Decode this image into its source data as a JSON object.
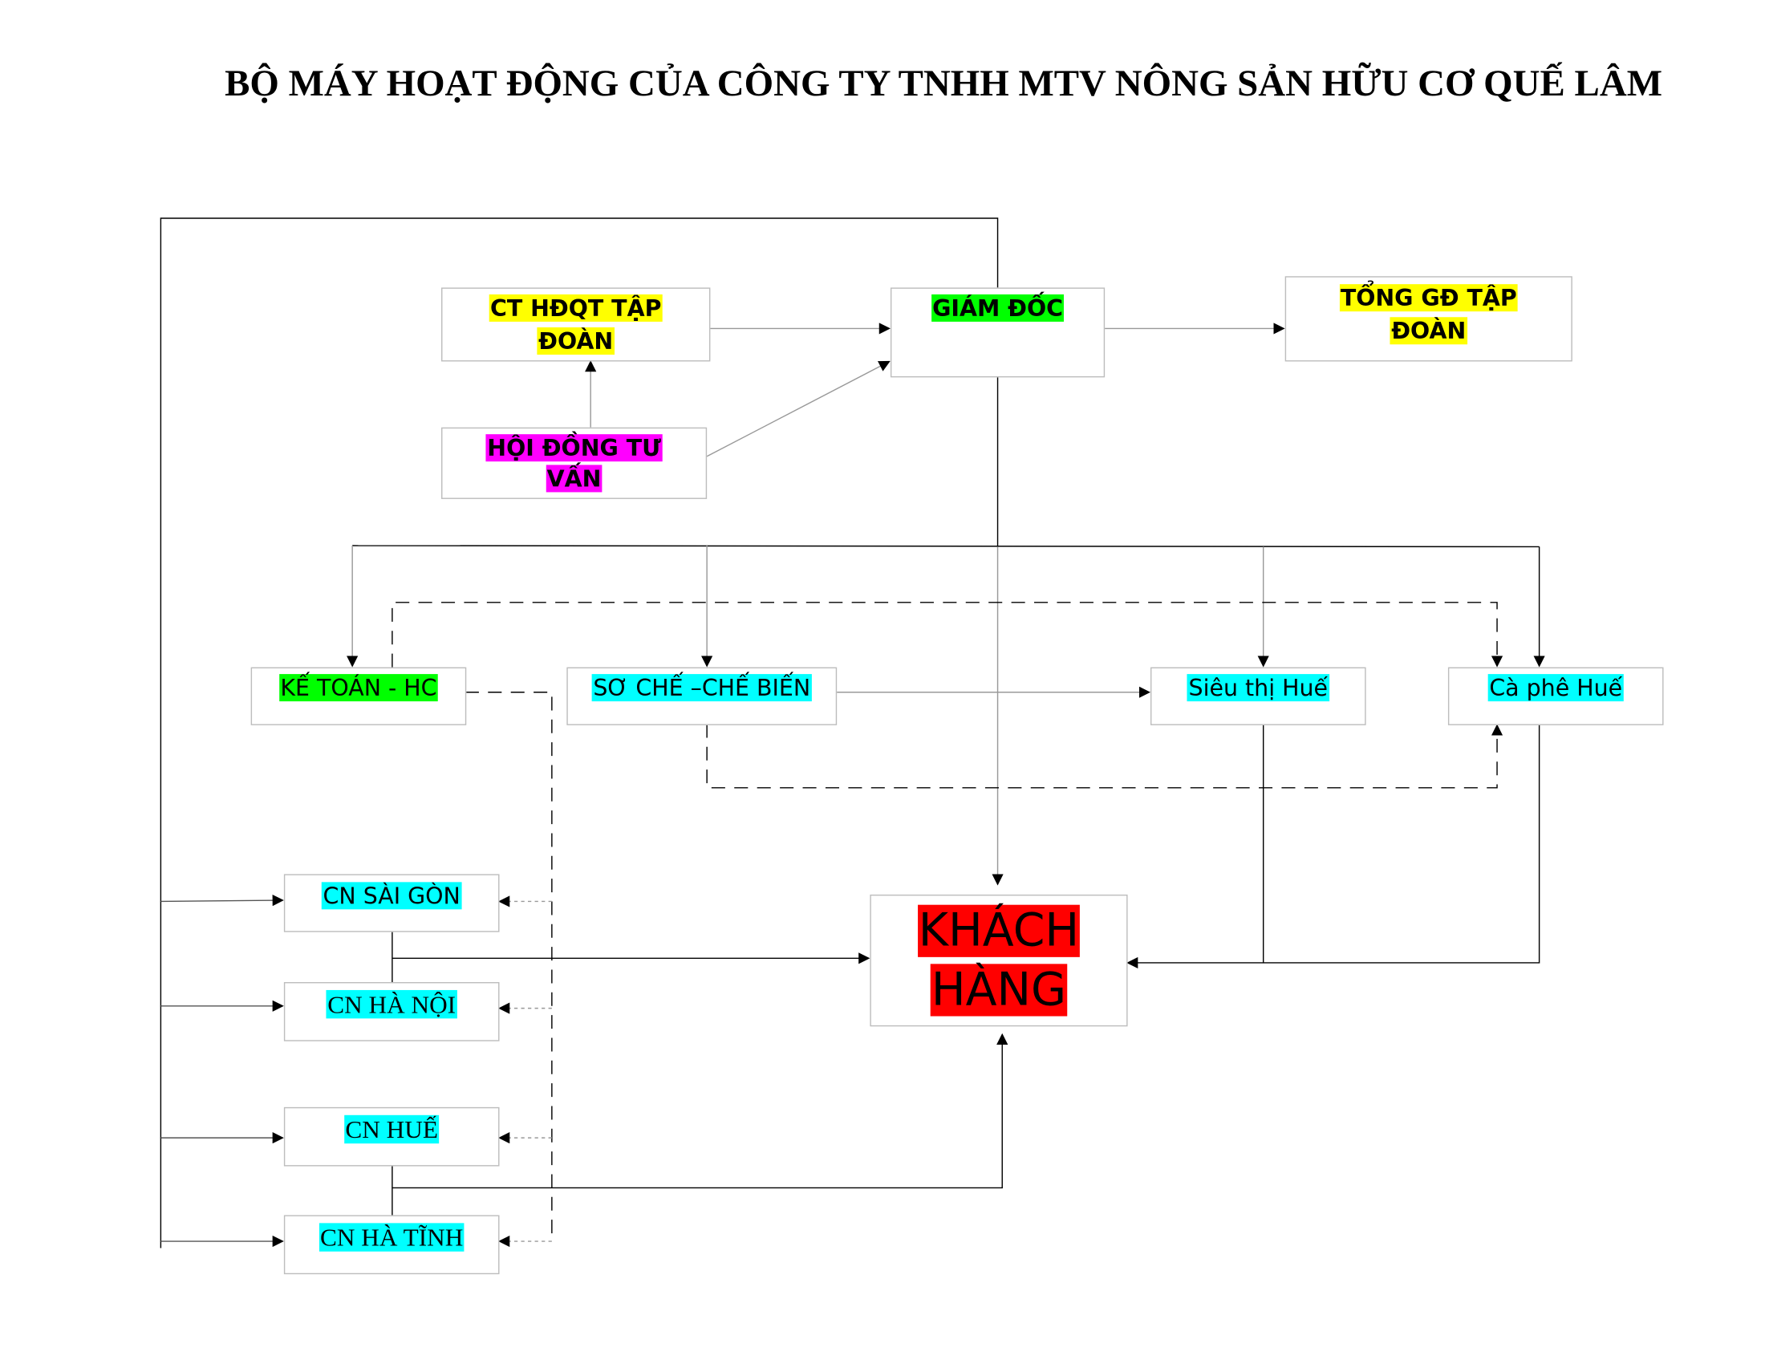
{
  "title": "BỘ MÁY HOẠT ĐỘNG CỦA CÔNG TY TNHH MTV NÔNG SẢN HỮU CƠ QUẾ LÂM",
  "colors": {
    "yellow": "#ffff00",
    "green": "#00ff00",
    "magenta": "#ff00ff",
    "cyan": "#00ffff",
    "red": "#ff0000"
  },
  "nodes": {
    "ct_hdqt": [
      "CT HĐQT TẬP",
      "ĐOÀN"
    ],
    "giam_doc": "GIÁM ĐỐC",
    "tong_gd": [
      "TỔNG GĐ TẬP",
      "ĐOÀN"
    ],
    "hoi_dong": [
      "HỘI ĐỒNG TƯ",
      "VẤN"
    ],
    "ke_toan": "KẾ TOÁN - HC",
    "so_che": "SƠ CHẾ –CHẾ BIẾN",
    "sieu_thi": "Siêu thị Huế",
    "ca_phe": "Cà phê Huế",
    "cn_saigon": "CN SÀI GÒN",
    "cn_hanoi": "CN HÀ NỘI",
    "cn_hue": "CN HUẾ",
    "cn_hatinh": "CN HÀ TĨNH",
    "khach_hang": [
      "KHÁCH",
      "HÀNG"
    ]
  }
}
